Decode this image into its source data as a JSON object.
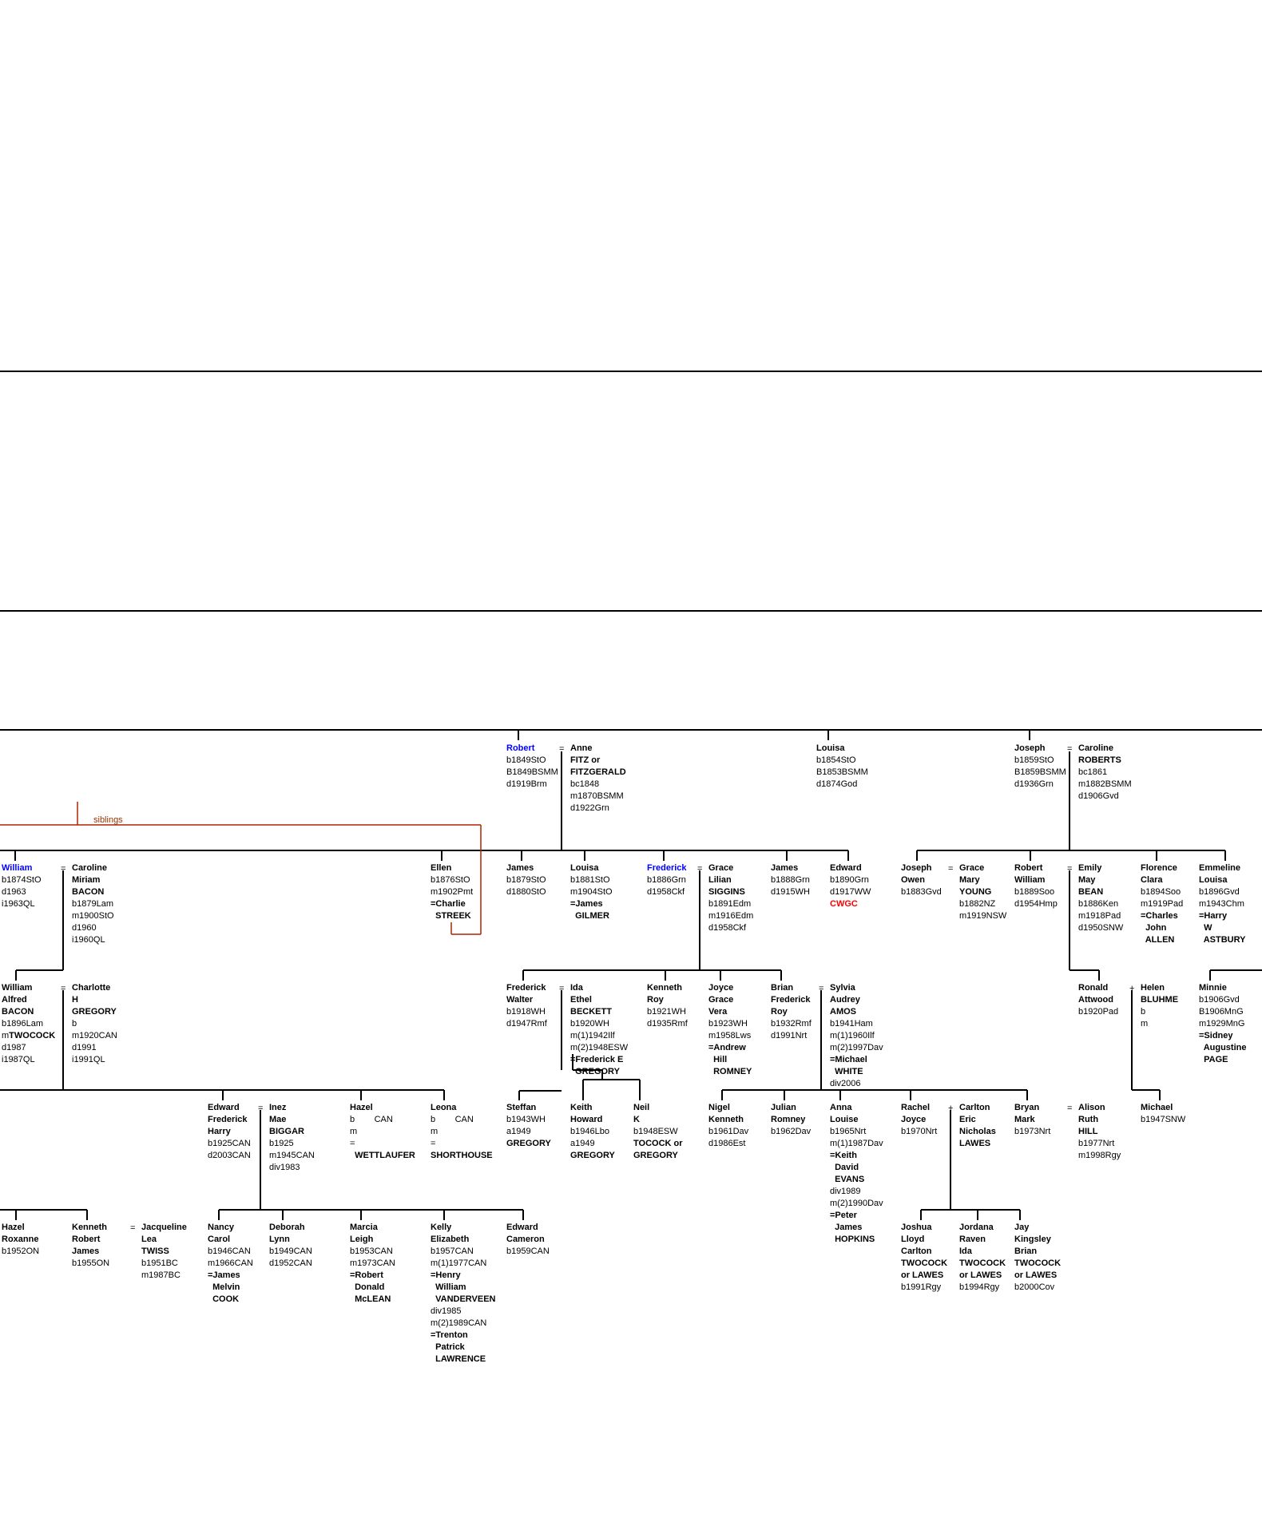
{
  "siblings_label": "siblings",
  "persons": [
    {
      "id": "robert",
      "lines": [
        "Robert",
        "b1849StO",
        "B1849BSMM",
        "d1919Brm"
      ],
      "bold": 1,
      "blue": true
    },
    {
      "id": "anne",
      "lines": [
        "Anne",
        "FITZ or",
        "FITZGERALD",
        "bc1848",
        "m1870BSMM",
        "d1922Grn"
      ],
      "bold": 3
    },
    {
      "id": "louisa1854",
      "lines": [
        "Louisa",
        "b1854StO",
        "B1853BSMM",
        "d1874God"
      ],
      "bold": 1
    },
    {
      "id": "joseph1859",
      "lines": [
        "Joseph",
        "b1859StO",
        "B1859BSMM",
        "d1936Grn"
      ],
      "bold": 1
    },
    {
      "id": "caroline-roberts",
      "lines": [
        "Caroline",
        "ROBERTS",
        "bc1861",
        "m1882BSMM",
        "d1906Gvd"
      ],
      "bold": 2
    },
    {
      "id": "william1874",
      "lines": [
        "William",
        "b1874StO",
        "d1963",
        "i1963QL"
      ],
      "bold": 1,
      "blue": true
    },
    {
      "id": "caroline-bacon",
      "lines": [
        "Caroline",
        "Miriam",
        "BACON",
        "b1879Lam",
        "m1900StO",
        "d1960",
        "i1960QL"
      ],
      "bold": 3
    },
    {
      "id": "ellen",
      "lines": [
        "Ellen",
        "b1876StO",
        "m1902Pmt",
        "=Charlie",
        "  STREEK"
      ],
      "bold": 1,
      "boldExtra": [
        3,
        4
      ]
    },
    {
      "id": "james1879",
      "lines": [
        "James",
        "b1879StO",
        "d1880StO"
      ],
      "bold": 1
    },
    {
      "id": "louisa1881",
      "lines": [
        "Louisa",
        "b1881StO",
        "m1904StO",
        "=James",
        "  GILMER"
      ],
      "bold": 1,
      "boldExtra": [
        3,
        4
      ]
    },
    {
      "id": "frederick1886",
      "lines": [
        "Frederick",
        "b1886Grn",
        "d1958Ckf"
      ],
      "bold": 1,
      "blue": true
    },
    {
      "id": "grace-siggins",
      "lines": [
        "Grace",
        "Lilian",
        "SIGGINS",
        "b1891Edm",
        "m1916Edm",
        "d1958Ckf"
      ],
      "bold": 3
    },
    {
      "id": "james1888",
      "lines": [
        "James",
        "b1888Grn",
        "d1915WH"
      ],
      "bold": 1
    },
    {
      "id": "edward1890",
      "lines": [
        "Edward",
        "b1890Grn",
        "d1917WW"
      ],
      "bold": 1,
      "cwgc": "CWGC"
    },
    {
      "id": "joseph-owen",
      "lines": [
        "Joseph",
        "Owen",
        "b1883Gvd"
      ],
      "bold": 2
    },
    {
      "id": "grace-young",
      "lines": [
        "Grace",
        "Mary",
        "YOUNG",
        "b1882NZ",
        "m1919NSW"
      ],
      "bold": 3
    },
    {
      "id": "robert-william",
      "lines": [
        "Robert",
        "William",
        "b1889Soo",
        "d1954Hmp"
      ],
      "bold": 2
    },
    {
      "id": "emily-bean",
      "lines": [
        "Emily",
        "May",
        "BEAN",
        "b1886Ken",
        "m1918Pad",
        "d1950SNW"
      ],
      "bold": 3
    },
    {
      "id": "florence",
      "lines": [
        "Florence",
        "Clara",
        "b1894Soo",
        "m1919Pad",
        "=Charles",
        "  John",
        "  ALLEN"
      ],
      "bold": 2,
      "boldExtra": [
        4,
        5,
        6
      ]
    },
    {
      "id": "emmeline",
      "lines": [
        "Emmeline",
        "Louisa",
        "b1896Gvd",
        "m1943Chm",
        "=Harry",
        "  W",
        "  ASTBURY"
      ],
      "bold": 2,
      "boldExtra": [
        4,
        5,
        6
      ]
    },
    {
      "id": "william-alfred",
      "lines": [
        "William",
        "Alfred",
        "BACON",
        "b1896Lam",
        "mTWOCOCK",
        "d1987",
        "i1987QL"
      ],
      "bold": 3,
      "partialBold": {
        "4": [
          "m",
          "TWOCOCK"
        ]
      }
    },
    {
      "id": "charlotte",
      "lines": [
        "Charlotte",
        "H",
        "GREGORY",
        "b",
        "m1920CAN",
        "d1991",
        "i1991QL"
      ],
      "bold": 3
    },
    {
      "id": "frederick-walter",
      "lines": [
        "Frederick",
        "Walter",
        "b1918WH",
        "d1947Rmf"
      ],
      "bold": 2
    },
    {
      "id": "ida",
      "lines": [
        "Ida",
        "Ethel",
        "BECKETT",
        "b1920WH",
        "m(1)1942Ilf",
        "m(2)1948ESW",
        "=Frederick E",
        "  GREGORY"
      ],
      "bold": 3,
      "boldExtra": [
        6,
        7
      ]
    },
    {
      "id": "kenneth-roy",
      "lines": [
        "Kenneth",
        "Roy",
        "b1921WH",
        "d1935Rmf"
      ],
      "bold": 2
    },
    {
      "id": "joyce",
      "lines": [
        "Joyce",
        "Grace",
        "Vera",
        "b1923WH",
        "m1958Lws",
        "=Andrew",
        "  Hill",
        "  ROMNEY"
      ],
      "bold": 3,
      "boldExtra": [
        5,
        6,
        7
      ]
    },
    {
      "id": "brian",
      "lines": [
        "Brian",
        "Frederick",
        "Roy",
        "b1932Rmf",
        "d1991Nrt"
      ],
      "bold": 3
    },
    {
      "id": "sylvia",
      "lines": [
        "Sylvia",
        "Audrey",
        "AMOS",
        "b1941Ham",
        "m(1)1960Ilf",
        "m(2)1997Dav",
        "=Michael",
        "  WHITE",
        "div2006"
      ],
      "bold": 3,
      "boldExtra": [
        6,
        7
      ]
    },
    {
      "id": "ronald",
      "lines": [
        "Ronald",
        "Attwood",
        "b1920Pad"
      ],
      "bold": 2
    },
    {
      "id": "helen",
      "lines": [
        "Helen",
        "BLUHME",
        "b",
        "m"
      ],
      "bold": 2
    },
    {
      "id": "minnie",
      "lines": [
        "Minnie",
        "b1906Gvd",
        "B1906MnG",
        "m1929MnG",
        "=Sidney",
        "  Augustine",
        "  PAGE"
      ],
      "bold": 1,
      "boldExtra": [
        4,
        5,
        6
      ]
    },
    {
      "id": "edward-fh",
      "lines": [
        "Edward",
        "Frederick",
        "Harry",
        "b1925CAN",
        "d2003CAN"
      ],
      "bold": 3
    },
    {
      "id": "inez",
      "lines": [
        "Inez",
        "Mae",
        "BIGGAR",
        "b1925",
        "m1945CAN",
        "div1983"
      ],
      "bold": 3
    },
    {
      "id": "hazel-w",
      "lines": [
        "Hazel",
        "b        CAN",
        "m",
        "=",
        "  WETTLAUFER"
      ],
      "bold": 1,
      "boldExtra": [
        4
      ]
    },
    {
      "id": "leona",
      "lines": [
        "Leona",
        "b        CAN",
        "m",
        "=",
        "SHORTHOUSE"
      ],
      "bold": 1,
      "boldExtra": [
        4
      ]
    },
    {
      "id": "steffan",
      "lines": [
        "Steffan",
        "b1943WH",
        "a1949",
        "GREGORY"
      ],
      "bold": 1,
      "boldExtra": [
        3
      ]
    },
    {
      "id": "keith",
      "lines": [
        "Keith",
        "Howard",
        "b1946Lbo",
        "a1949",
        "GREGORY"
      ],
      "bold": 2,
      "boldExtra": [
        4
      ]
    },
    {
      "id": "neil",
      "lines": [
        "Neil",
        "K",
        "b1948ESW",
        "TOCOCK or",
        "GREGORY"
      ],
      "bold": 2,
      "boldExtra": [
        3,
        4
      ]
    },
    {
      "id": "nigel",
      "lines": [
        "Nigel",
        "Kenneth",
        "b1961Dav",
        "d1986Est"
      ],
      "bold": 2
    },
    {
      "id": "julian",
      "lines": [
        "Julian",
        "Romney",
        "b1962Dav"
      ],
      "bold": 2
    },
    {
      "id": "anna",
      "lines": [
        "Anna",
        "Louise",
        "b1965Nrt",
        "m(1)1987Dav",
        "=Keith",
        "  David",
        "  EVANS",
        "div1989",
        "m(2)1990Dav",
        "=Peter",
        "  James",
        "  HOPKINS"
      ],
      "bold": 2,
      "boldExtra": [
        4,
        5,
        6,
        9,
        10,
        11
      ]
    },
    {
      "id": "rachel",
      "lines": [
        "Rachel",
        "Joyce",
        "b1970Nrt"
      ],
      "bold": 2
    },
    {
      "id": "carlton",
      "lines": [
        "Carlton",
        "Eric",
        "Nicholas",
        "LAWES"
      ],
      "bold": 4
    },
    {
      "id": "bryan",
      "lines": [
        "Bryan",
        "Mark",
        "b1973Nrt"
      ],
      "bold": 2
    },
    {
      "id": "alison",
      "lines": [
        "Alison",
        "Ruth",
        "HILL",
        "b1977Nrt",
        "m1998Rgy"
      ],
      "bold": 3
    },
    {
      "id": "michael",
      "lines": [
        "Michael",
        "b1947SNW"
      ],
      "bold": 1
    },
    {
      "id": "hazel-r",
      "lines": [
        "Hazel",
        "Roxanne",
        "b1952ON"
      ],
      "bold": 2
    },
    {
      "id": "kenneth-rj",
      "lines": [
        "Kenneth",
        "Robert",
        "James",
        "b1955ON"
      ],
      "bold": 3
    },
    {
      "id": "jacqueline",
      "lines": [
        "Jacqueline",
        "Lea",
        "TWISS",
        "b1951BC",
        "m1987BC"
      ],
      "bold": 3
    },
    {
      "id": "nancy",
      "lines": [
        "Nancy",
        "Carol",
        "b1946CAN",
        "m1966CAN",
        "=James",
        "  Melvin",
        "  COOK"
      ],
      "bold": 2,
      "boldExtra": [
        4,
        5,
        6
      ]
    },
    {
      "id": "deborah",
      "lines": [
        "Deborah",
        "Lynn",
        "b1949CAN",
        "d1952CAN"
      ],
      "bold": 2
    },
    {
      "id": "marcia",
      "lines": [
        "Marcia",
        "Leigh",
        "b1953CAN",
        "m1973CAN",
        "=Robert",
        "  Donald",
        "  McLEAN"
      ],
      "bold": 2,
      "boldExtra": [
        4,
        5,
        6
      ]
    },
    {
      "id": "kelly",
      "lines": [
        "Kelly",
        "Elizabeth",
        "b1957CAN",
        "m(1)1977CAN",
        "=Henry",
        "  William",
        "  VANDERVEEN",
        "div1985",
        "m(2)1989CAN",
        "=Trenton",
        "  Patrick",
        "  LAWRENCE"
      ],
      "bold": 2,
      "boldExtra": [
        4,
        5,
        6,
        9,
        10,
        11
      ]
    },
    {
      "id": "edward-cameron",
      "lines": [
        "Edward",
        "Cameron",
        "b1959CAN"
      ],
      "bold": 2
    },
    {
      "id": "joshua",
      "lines": [
        "Joshua",
        "Lloyd",
        "Carlton",
        "TWOCOCK",
        "or LAWES",
        "b1991Rgy"
      ],
      "bold": 5
    },
    {
      "id": "jordana",
      "lines": [
        "Jordana",
        "Raven",
        "Ida",
        "TWOCOCK",
        "or LAWES",
        "b1994Rgy"
      ],
      "bold": 5
    },
    {
      "id": "jay",
      "lines": [
        "Jay",
        "Kingsley",
        "Brian",
        "TWOCOCK",
        "or LAWES",
        "b2000Cov"
      ],
      "bold": 5
    }
  ],
  "marriage_marks": [
    {
      "id": "m-robert-anne",
      "symbol": "="
    },
    {
      "id": "m-joseph-caroline",
      "symbol": "="
    },
    {
      "id": "m-william-caroline",
      "symbol": "="
    },
    {
      "id": "m-frederick-grace",
      "symbol": "="
    },
    {
      "id": "m-joseph-grace",
      "symbol": "="
    },
    {
      "id": "m-robert-emily",
      "symbol": "="
    },
    {
      "id": "m-william-charlotte",
      "symbol": "="
    },
    {
      "id": "m-frederick-ida",
      "symbol": "="
    },
    {
      "id": "m-brian-sylvia",
      "symbol": "="
    },
    {
      "id": "m-ronald-helen",
      "symbol": "+"
    },
    {
      "id": "m-edward-inez",
      "symbol": "="
    },
    {
      "id": "m-rachel-carlton",
      "symbol": "+"
    },
    {
      "id": "m-bryan-alison",
      "symbol": "="
    },
    {
      "id": "m-kenneth-jacqueline",
      "symbol": "="
    }
  ],
  "colors": {
    "line": "#000000",
    "blue_name": "#0000ff",
    "cwgc": "#ff0000",
    "siblings_link": "#b22200"
  }
}
